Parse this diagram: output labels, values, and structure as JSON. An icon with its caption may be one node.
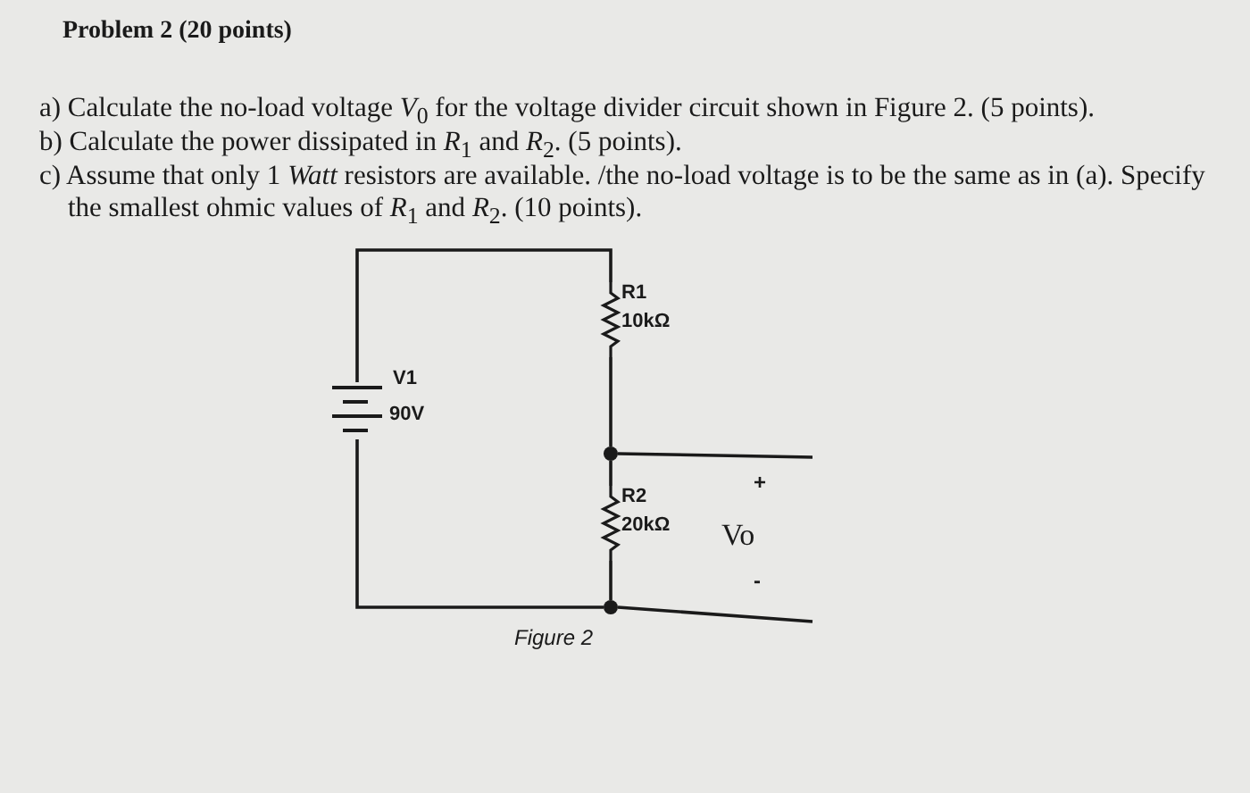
{
  "diagram": {
    "title": "Problem 2 (20 points)",
    "caption": "Figure 2",
    "nodes": [
      {
        "text": [
          "V1",
          "90V"
        ]
      },
      {
        "text": [
          "R1",
          "10kΩ"
        ]
      },
      {
        "text": [
          "R2",
          "20kΩ"
        ]
      },
      {
        "text": [],
        "shape": "circle"
      },
      {
        "text": [],
        "shape": "circle"
      }
    ],
    "edges": [
      {
        "from": 0,
        "to": 1,
        "arrow": "none"
      },
      {
        "from": 1,
        "to": 3,
        "arrow": "none"
      },
      {
        "from": 3,
        "to": 2,
        "arrow": "none"
      },
      {
        "from": 2,
        "to": 4,
        "arrow": "none"
      },
      {
        "from": 4,
        "to": 0,
        "arrow": "none"
      },
      {
        "from": 3,
        "to": null,
        "arrow": "none"
      },
      {
        "from": 4,
        "to": null,
        "arrow": "none"
      }
    ],
    "labels": [
      "a) Calculate the no-load voltage *V*$_{0}$ for the voltage divider circuit shown in Figure 2. (5 points).",
      "b) Calculate the power dissipated in *R*$_{1}$ and *R*$_{2}$. (5 points).",
      "c) Assume that only 1 *Watt* resistors are available. /the no-load voltage is to be the same as in (a). Specify the smallest ohmic values of *R*$_{1}$ and *R*$_{2}$. (10 points).",
      "+",
      "Vo",
      "-"
    ]
  }
}
